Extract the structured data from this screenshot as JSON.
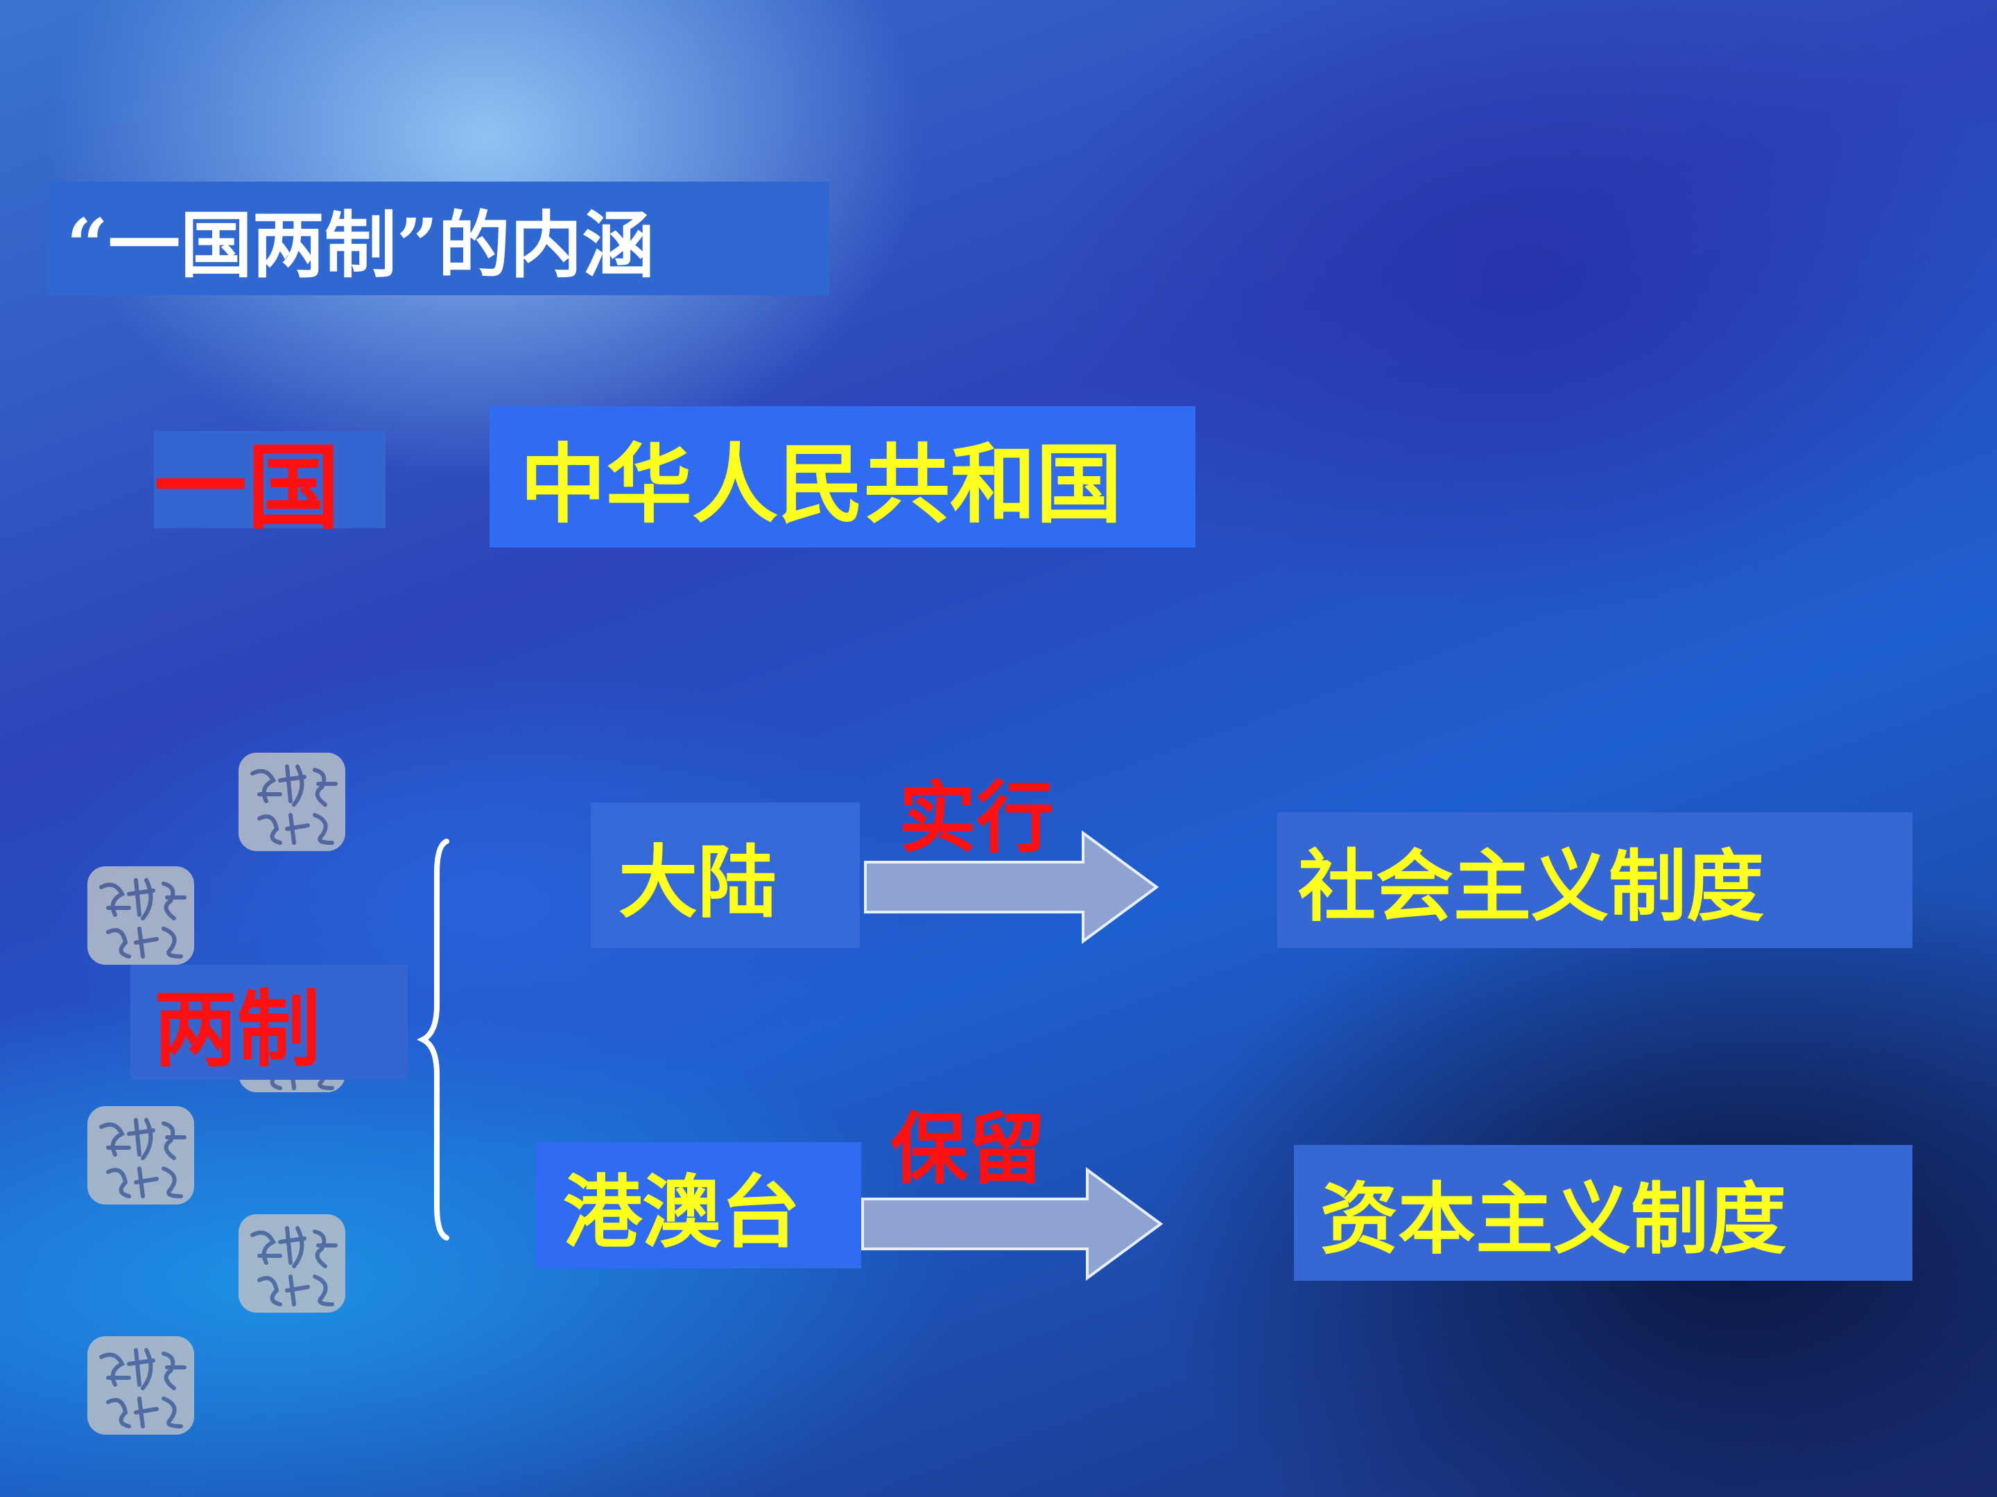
{
  "title": "“一国两制”的内涵",
  "yi_guo": {
    "label": "一国",
    "meaning": "中华人民共和国"
  },
  "liang_zhi": {
    "label": "两制",
    "mainland": {
      "region": "大陆",
      "verb": "实行",
      "system": "社会主义制度"
    },
    "hmt": {
      "region": "港澳台",
      "verb": "保留",
      "system": "资本主义制度"
    }
  },
  "colors": {
    "red_text": "#ff1010",
    "yellow_text": "#ffff1e",
    "box_blue": "#3565d0",
    "bright_blue": "#2f6cf2",
    "arrow_fill": "#8ea3d2"
  },
  "icons": {
    "seal": "auspicious-seal-icon",
    "arrow": "right-arrow-icon",
    "brace": "curly-brace-icon"
  }
}
